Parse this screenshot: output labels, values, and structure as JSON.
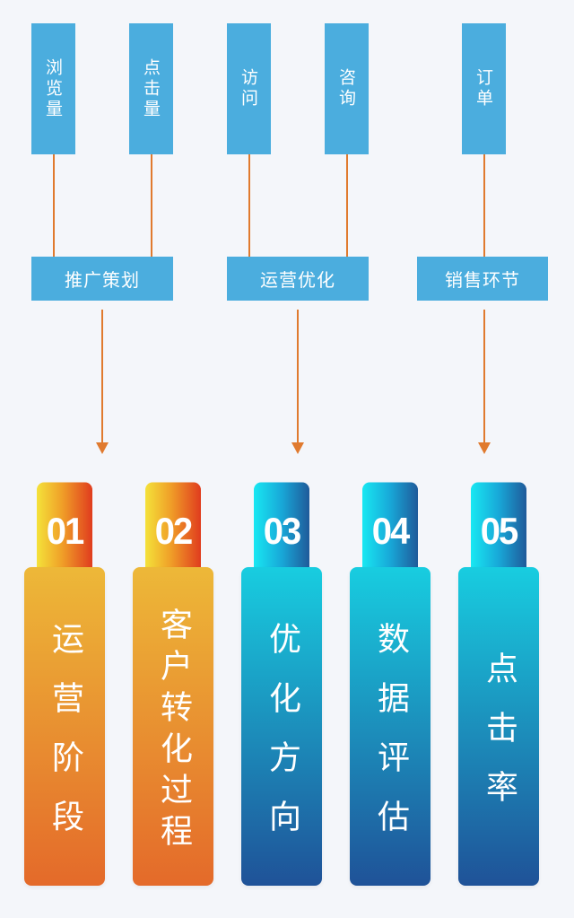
{
  "metrics": [
    {
      "label": "浏览量"
    },
    {
      "label": "点击量"
    },
    {
      "label": "访问"
    },
    {
      "label": "咨询"
    },
    {
      "label": "订单"
    }
  ],
  "stages": [
    {
      "label": "推广策划"
    },
    {
      "label": "运营优化"
    },
    {
      "label": "销售环节"
    }
  ],
  "cards": [
    {
      "num": "01",
      "text": "运营阶段",
      "theme": "warm"
    },
    {
      "num": "02",
      "text": "客户转化过程",
      "theme": "warm"
    },
    {
      "num": "03",
      "text": "优化方向",
      "theme": "cool"
    },
    {
      "num": "04",
      "text": "数据评估",
      "theme": "cool"
    },
    {
      "num": "05",
      "text": "点击率",
      "theme": "cool"
    }
  ],
  "colors": {
    "box": "#4badde",
    "connector": "#e07a2e",
    "warm_top": "#edb838",
    "warm_bottom": "#e46a2a",
    "cool_top": "#18cde0",
    "cool_bottom": "#1f5298"
  }
}
